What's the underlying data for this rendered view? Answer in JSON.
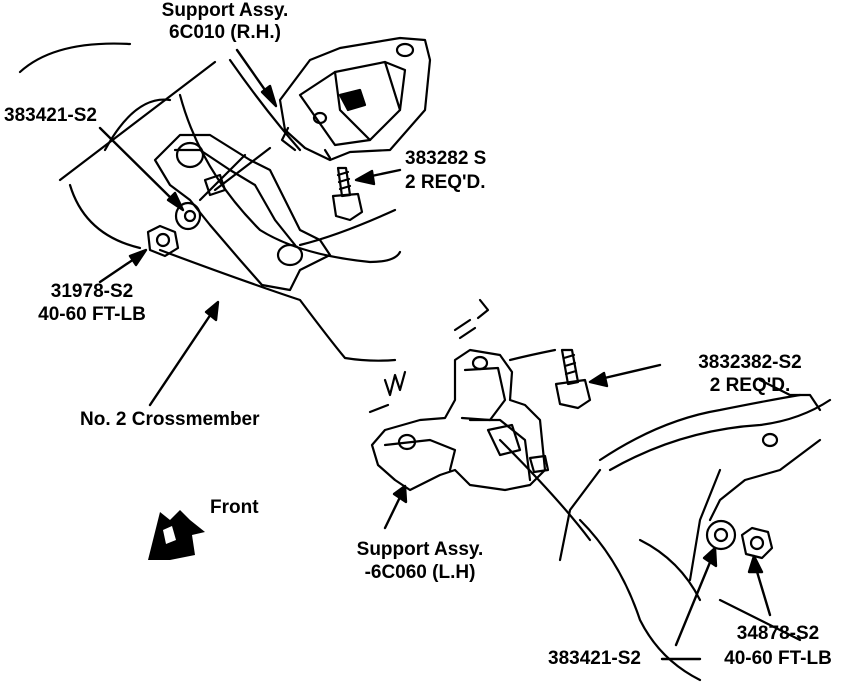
{
  "labels": {
    "rh_support_title": "Support Assy.",
    "rh_support_part": "6C010 (R.H.)",
    "bolt_upper_left": "383421-S2",
    "bolt_upper_right_part": "383282 S",
    "bolt_upper_right_qty": "2 REQ'D.",
    "nut_left_part": "31978-S2",
    "nut_left_torque": "40-60 FT-LB",
    "crossmember": "No. 2 Crossmember",
    "bolt_lower_right_part": "3832382-S2",
    "bolt_lower_right_qty": "2 REQ'D.",
    "front": "Front",
    "lh_support_title": "Support Assy.",
    "lh_support_part": "-6C060 (L.H)",
    "nut_right_part": "34878-S2",
    "nut_right_torque": "40-60 FT-LB",
    "bolt_lower_right_washer": "383421-S2"
  },
  "colors": {
    "ink": "#000000",
    "paper": "#ffffff"
  }
}
